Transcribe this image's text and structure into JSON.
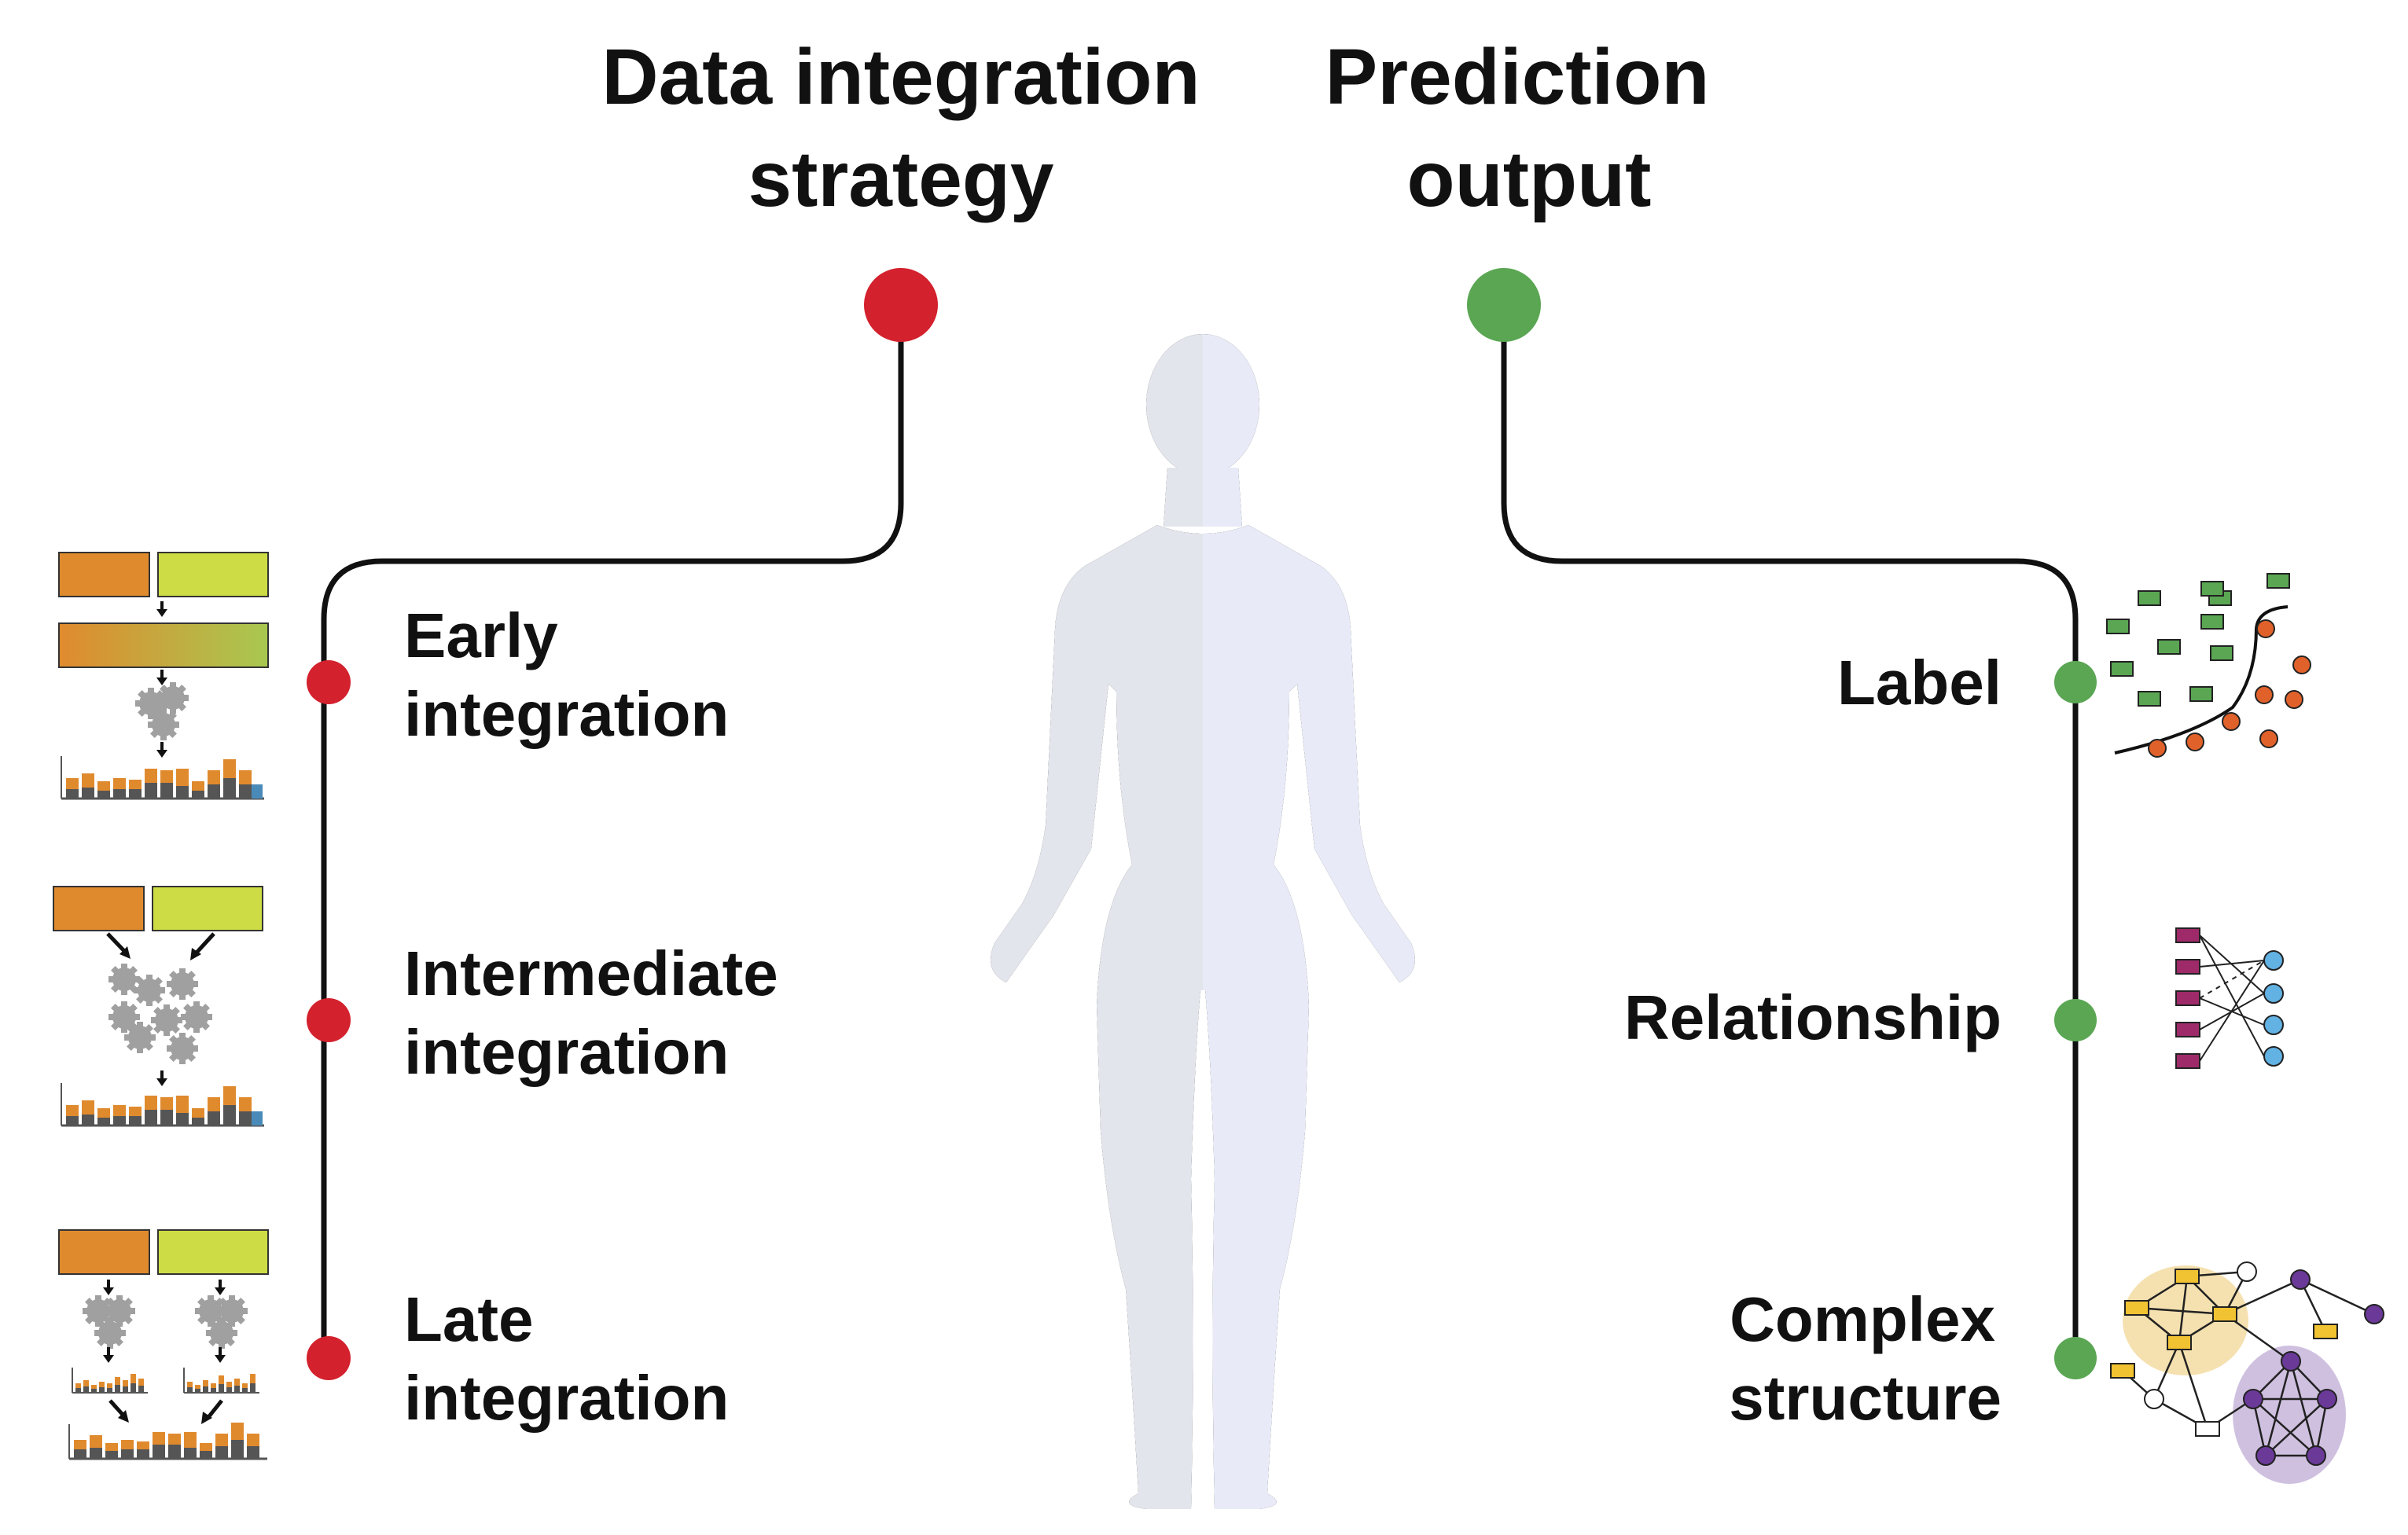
{
  "headings": {
    "strategy": {
      "line1": "Data integration",
      "line2": "strategy"
    },
    "prediction": {
      "line1": "Prediction",
      "line2": "output"
    }
  },
  "strategies": [
    {
      "line1": "Early",
      "line2": "integration"
    },
    {
      "line1": "Intermediate",
      "line2": "integration"
    },
    {
      "line1": "Late",
      "line2": "integration"
    }
  ],
  "outputs": [
    {
      "line1": "Label",
      "line2": ""
    },
    {
      "line1": "Relationship",
      "line2": ""
    },
    {
      "line1": "Complex",
      "line2": "structure"
    }
  ],
  "colors": {
    "strategy_node": "#d3212d",
    "output_node": "#5aa653",
    "line": "#111111",
    "body_left": "#e3e5ec",
    "body_right": "#e8ebf7",
    "data_a": "#e08a2e",
    "data_b": "#cddc44",
    "bar_dark": "#555555",
    "gear": "#a0a0a0",
    "class_a": "#5aa653",
    "class_b": "#e0622a",
    "rel_left": "#9e2a6a",
    "rel_right": "#62b2e3",
    "cluster_yellow": "#f1c232",
    "cluster_purple": "#6b3a99"
  },
  "icons": [
    "human-silhouette-icon",
    "gear-icon",
    "bar-chart-icon",
    "data-block-icon",
    "scatter-classification-icon",
    "bipartite-graph-icon",
    "network-graph-icon"
  ]
}
